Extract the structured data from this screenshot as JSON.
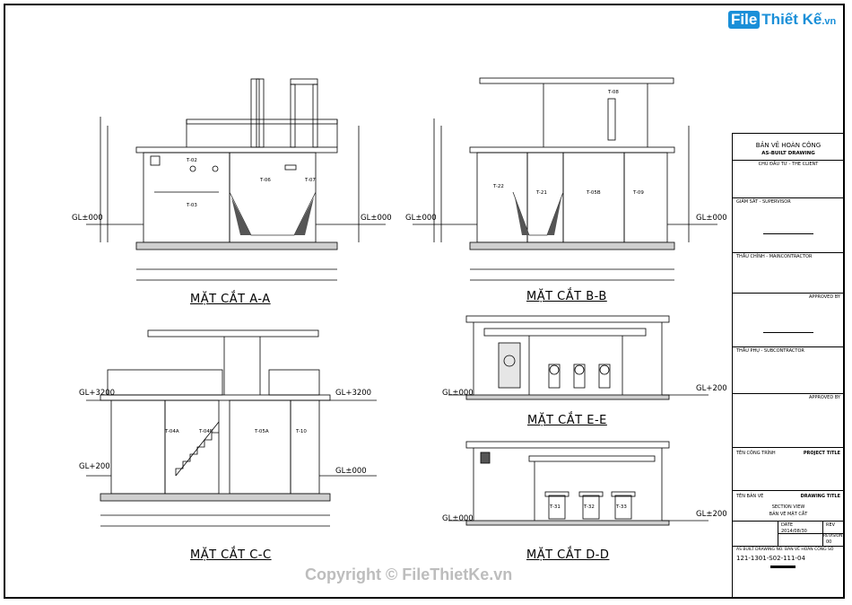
{
  "logo": {
    "brand_box": "File",
    "brand_text": "Thiết Kế",
    "brand_tld": ".vn"
  },
  "watermark": "Copyright © FileThietKe.vn",
  "sections": {
    "aa": {
      "title": "MẶT CẮT A-A",
      "tanks": [
        "T-02",
        "T-03",
        "T-06",
        "T-07"
      ],
      "gl_left": "GL±000",
      "gl_right": "GL±000"
    },
    "bb": {
      "title": "MẶT CẮT B-B",
      "tanks": [
        "T-22",
        "T-21",
        "T-05B",
        "T-09",
        "T-08"
      ],
      "gl_left": "GL±000",
      "gl_right": "GL±000"
    },
    "cc": {
      "title": "MẶT CẮT C-C",
      "tanks": [
        "T-04A",
        "T-04B",
        "T-05A",
        "T-10"
      ],
      "gl_left_top": "GL+3200",
      "gl_right_top": "GL+3200",
      "gl_left_bottom": "GL+200",
      "gl_right_bottom": "GL±000"
    },
    "ee": {
      "title": "MẶT CẮT E-E",
      "gl_left": "GL±000",
      "gl_right": "GL+200"
    },
    "dd": {
      "title": "MẶT CẮT D-D",
      "tanks": [
        "T-31",
        "T-32",
        "T-33"
      ],
      "gl_left": "GL±000",
      "gl_right": "GL±200"
    }
  },
  "title_block": {
    "heading": "BẢN VẼ HOÀN CÔNG",
    "subheading": "AS-BUILT DRAWING",
    "client": "CHỦ ĐẦU TƯ - THE CLIENT",
    "supervisor": "GIÁM SÁT - SUPERVISOR",
    "main_contractor": "THẦU CHÍNH - MAINCONTRACTOR",
    "approved_1": "APPROVED BY",
    "subcontractor": "THẦU PHỤ - SUBCONTRACTOR",
    "approved_2": "APPROVED BY",
    "project_label": "TÊN CÔNG TRÌNH",
    "project_title": "PROJECT TITLE",
    "drawing_label": "TÊN BẢN VẼ",
    "drawing_title": "DRAWING TITLE",
    "drawing_name_en": "SECTION VIEW",
    "drawing_name_vi": "BẢN VẼ MẶT CẮT",
    "date_label": "DATE",
    "date_value": "2014/08/30",
    "rev_label": "REV",
    "revision_label": "REVISION",
    "revision_value": "00",
    "drawing_no_label": "AS BUILT DRAWING NO. BẢN VẼ HOÀN CÔNG SỐ",
    "drawing_no": "121-1301-S02-111-04"
  }
}
